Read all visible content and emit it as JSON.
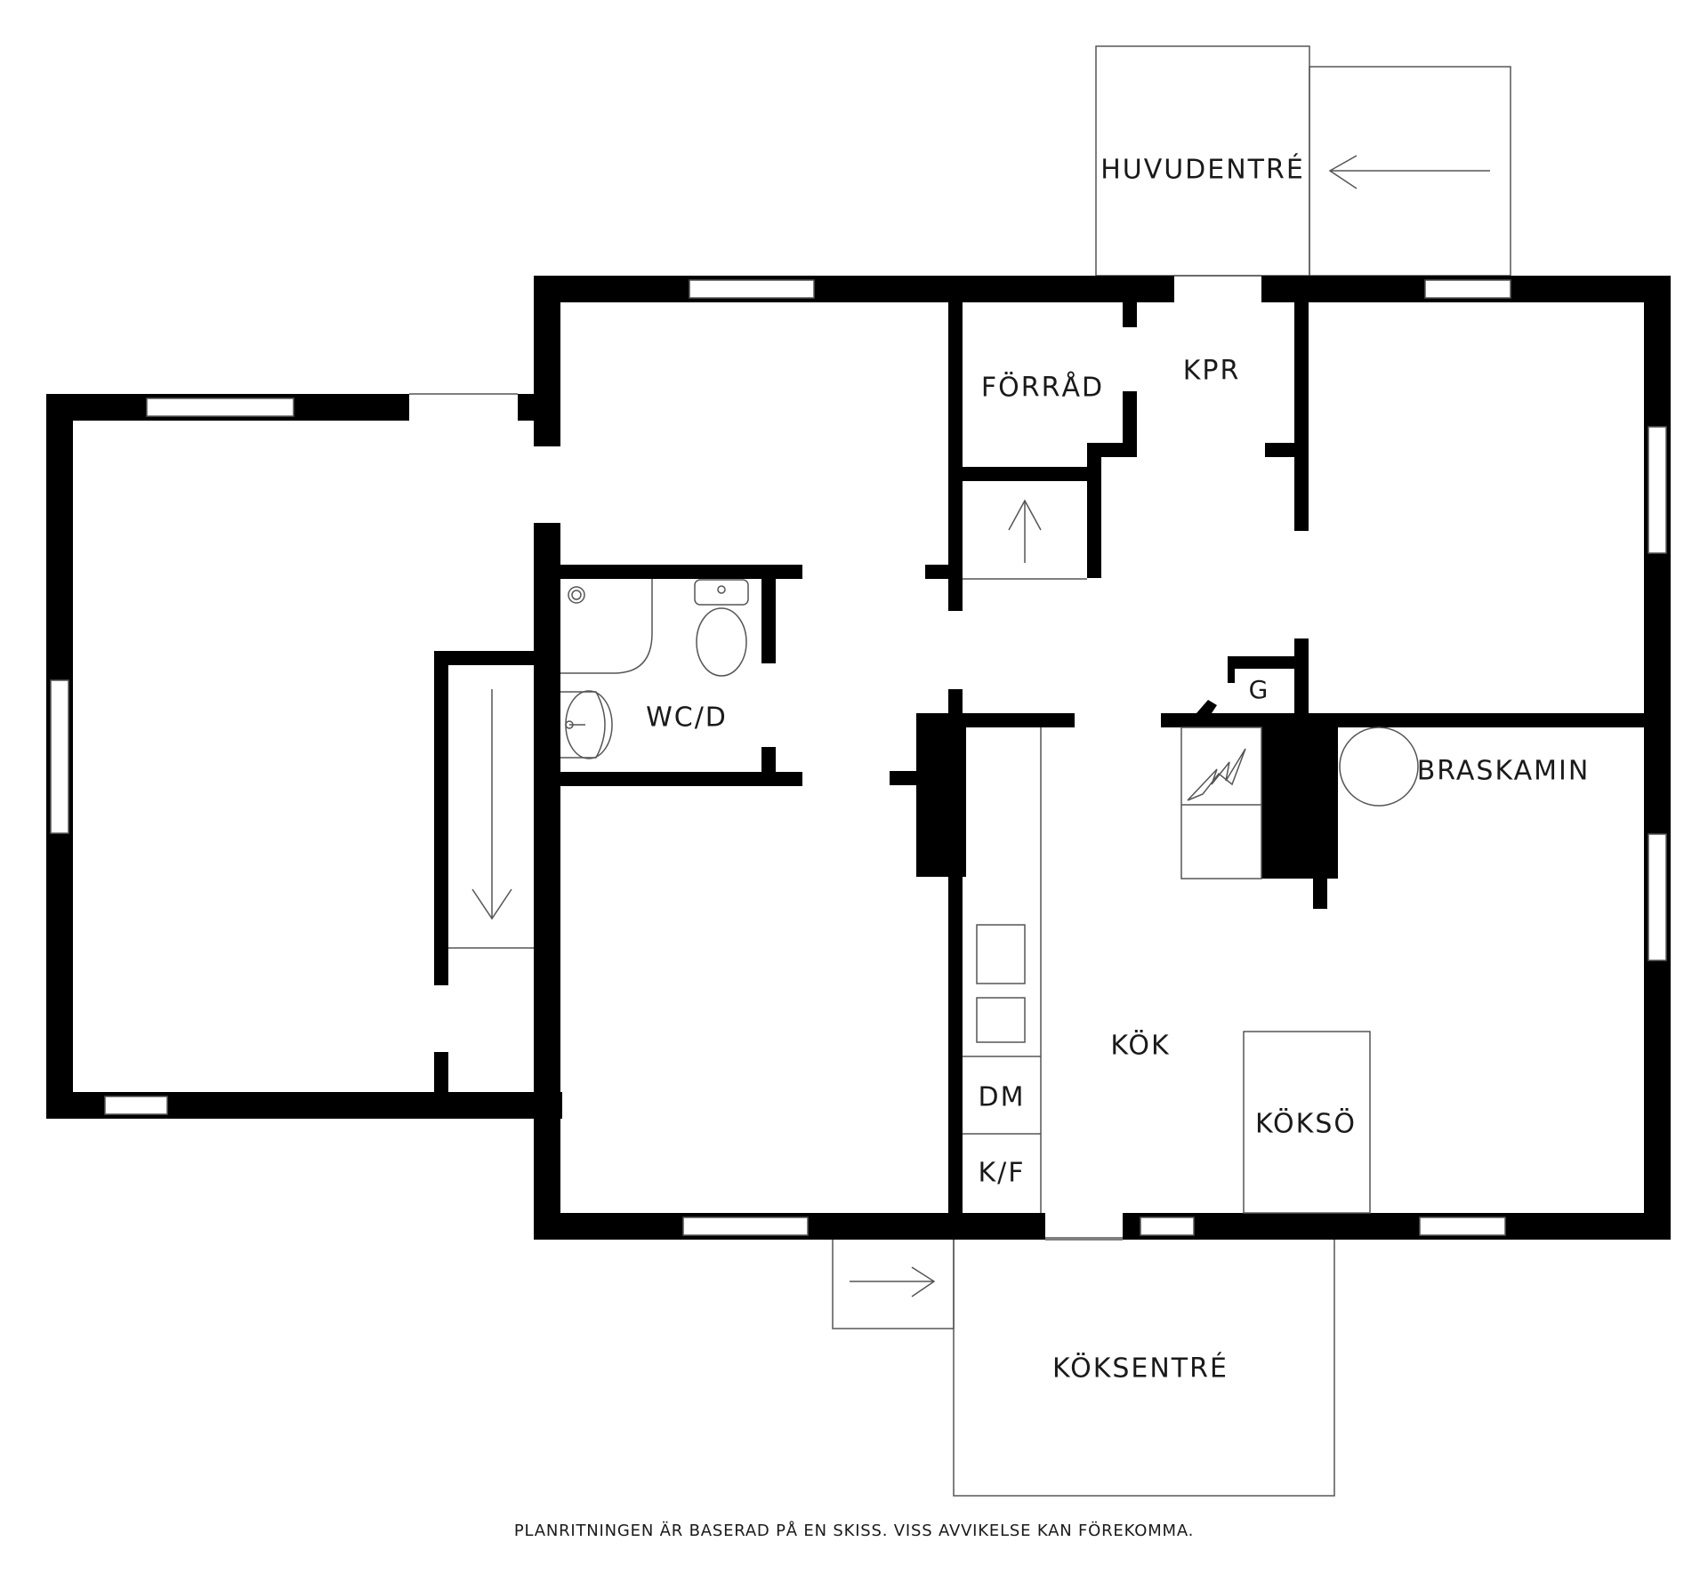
{
  "rooms": {
    "huvudentre": "HUVUDENTRÉ",
    "forrad": "FÖRRÅD",
    "kpr": "KPR",
    "wcd": "WC/D",
    "g": "G",
    "braskamin": "BRASKAMIN",
    "kok": "KÖK",
    "dm": "DM",
    "kf": "K/F",
    "koksoe": "KÖKSÖ",
    "koksentre": "KÖKSENTRÉ"
  },
  "footer": {
    "disclaimer": "PLANRITNINGEN ÄR BASERAD PÅ EN SKISS. VISS AVVIKELSE KAN FÖREKOMMA."
  },
  "colors": {
    "wall": "#000000",
    "line": "#555555",
    "background": "#ffffff"
  }
}
